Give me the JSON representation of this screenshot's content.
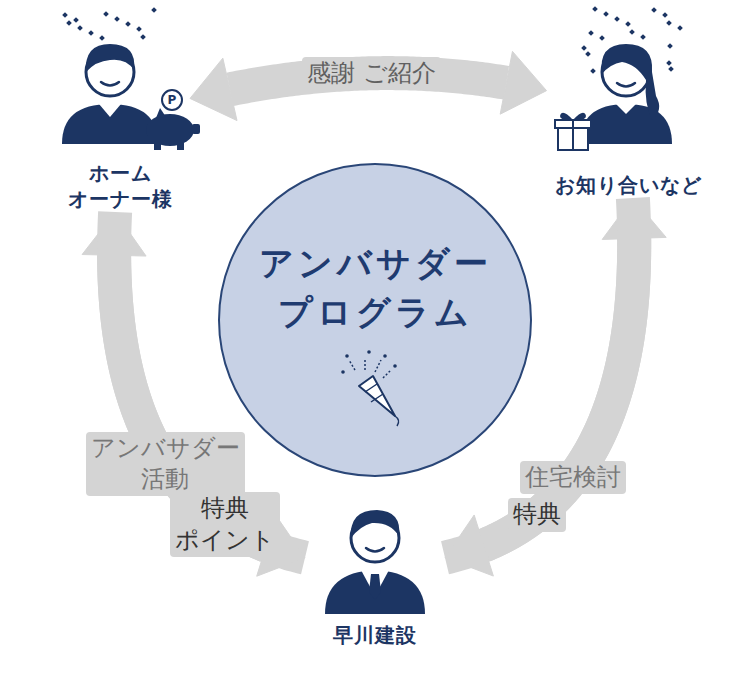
{
  "diagram": {
    "nodes": [
      {
        "text": [
          "ホーム オーナー様"
        ]
      },
      {
        "text": [
          "お知り合いなど"
        ]
      },
      {
        "text": [
          "アンバサダー プログラム"
        ]
      },
      {
        "text": [
          "早川建設"
        ]
      }
    ],
    "edges": [
      {
        "from": 0,
        "to": 1,
        "arrow": "both",
        "label": "感謝 ご紹介"
      },
      {
        "from": 3,
        "to": 0,
        "arrow": "to",
        "label": "特典 ポイント"
      },
      {
        "from": 0,
        "to": 3,
        "arrow": "to",
        "label": "アンバサダー 活動"
      },
      {
        "from": 3,
        "to": 1,
        "arrow": "to",
        "label": "特典"
      },
      {
        "from": 1,
        "to": 3,
        "arrow": "to",
        "label": "住宅検討"
      }
    ],
    "labels": [
      "P"
    ]
  }
}
